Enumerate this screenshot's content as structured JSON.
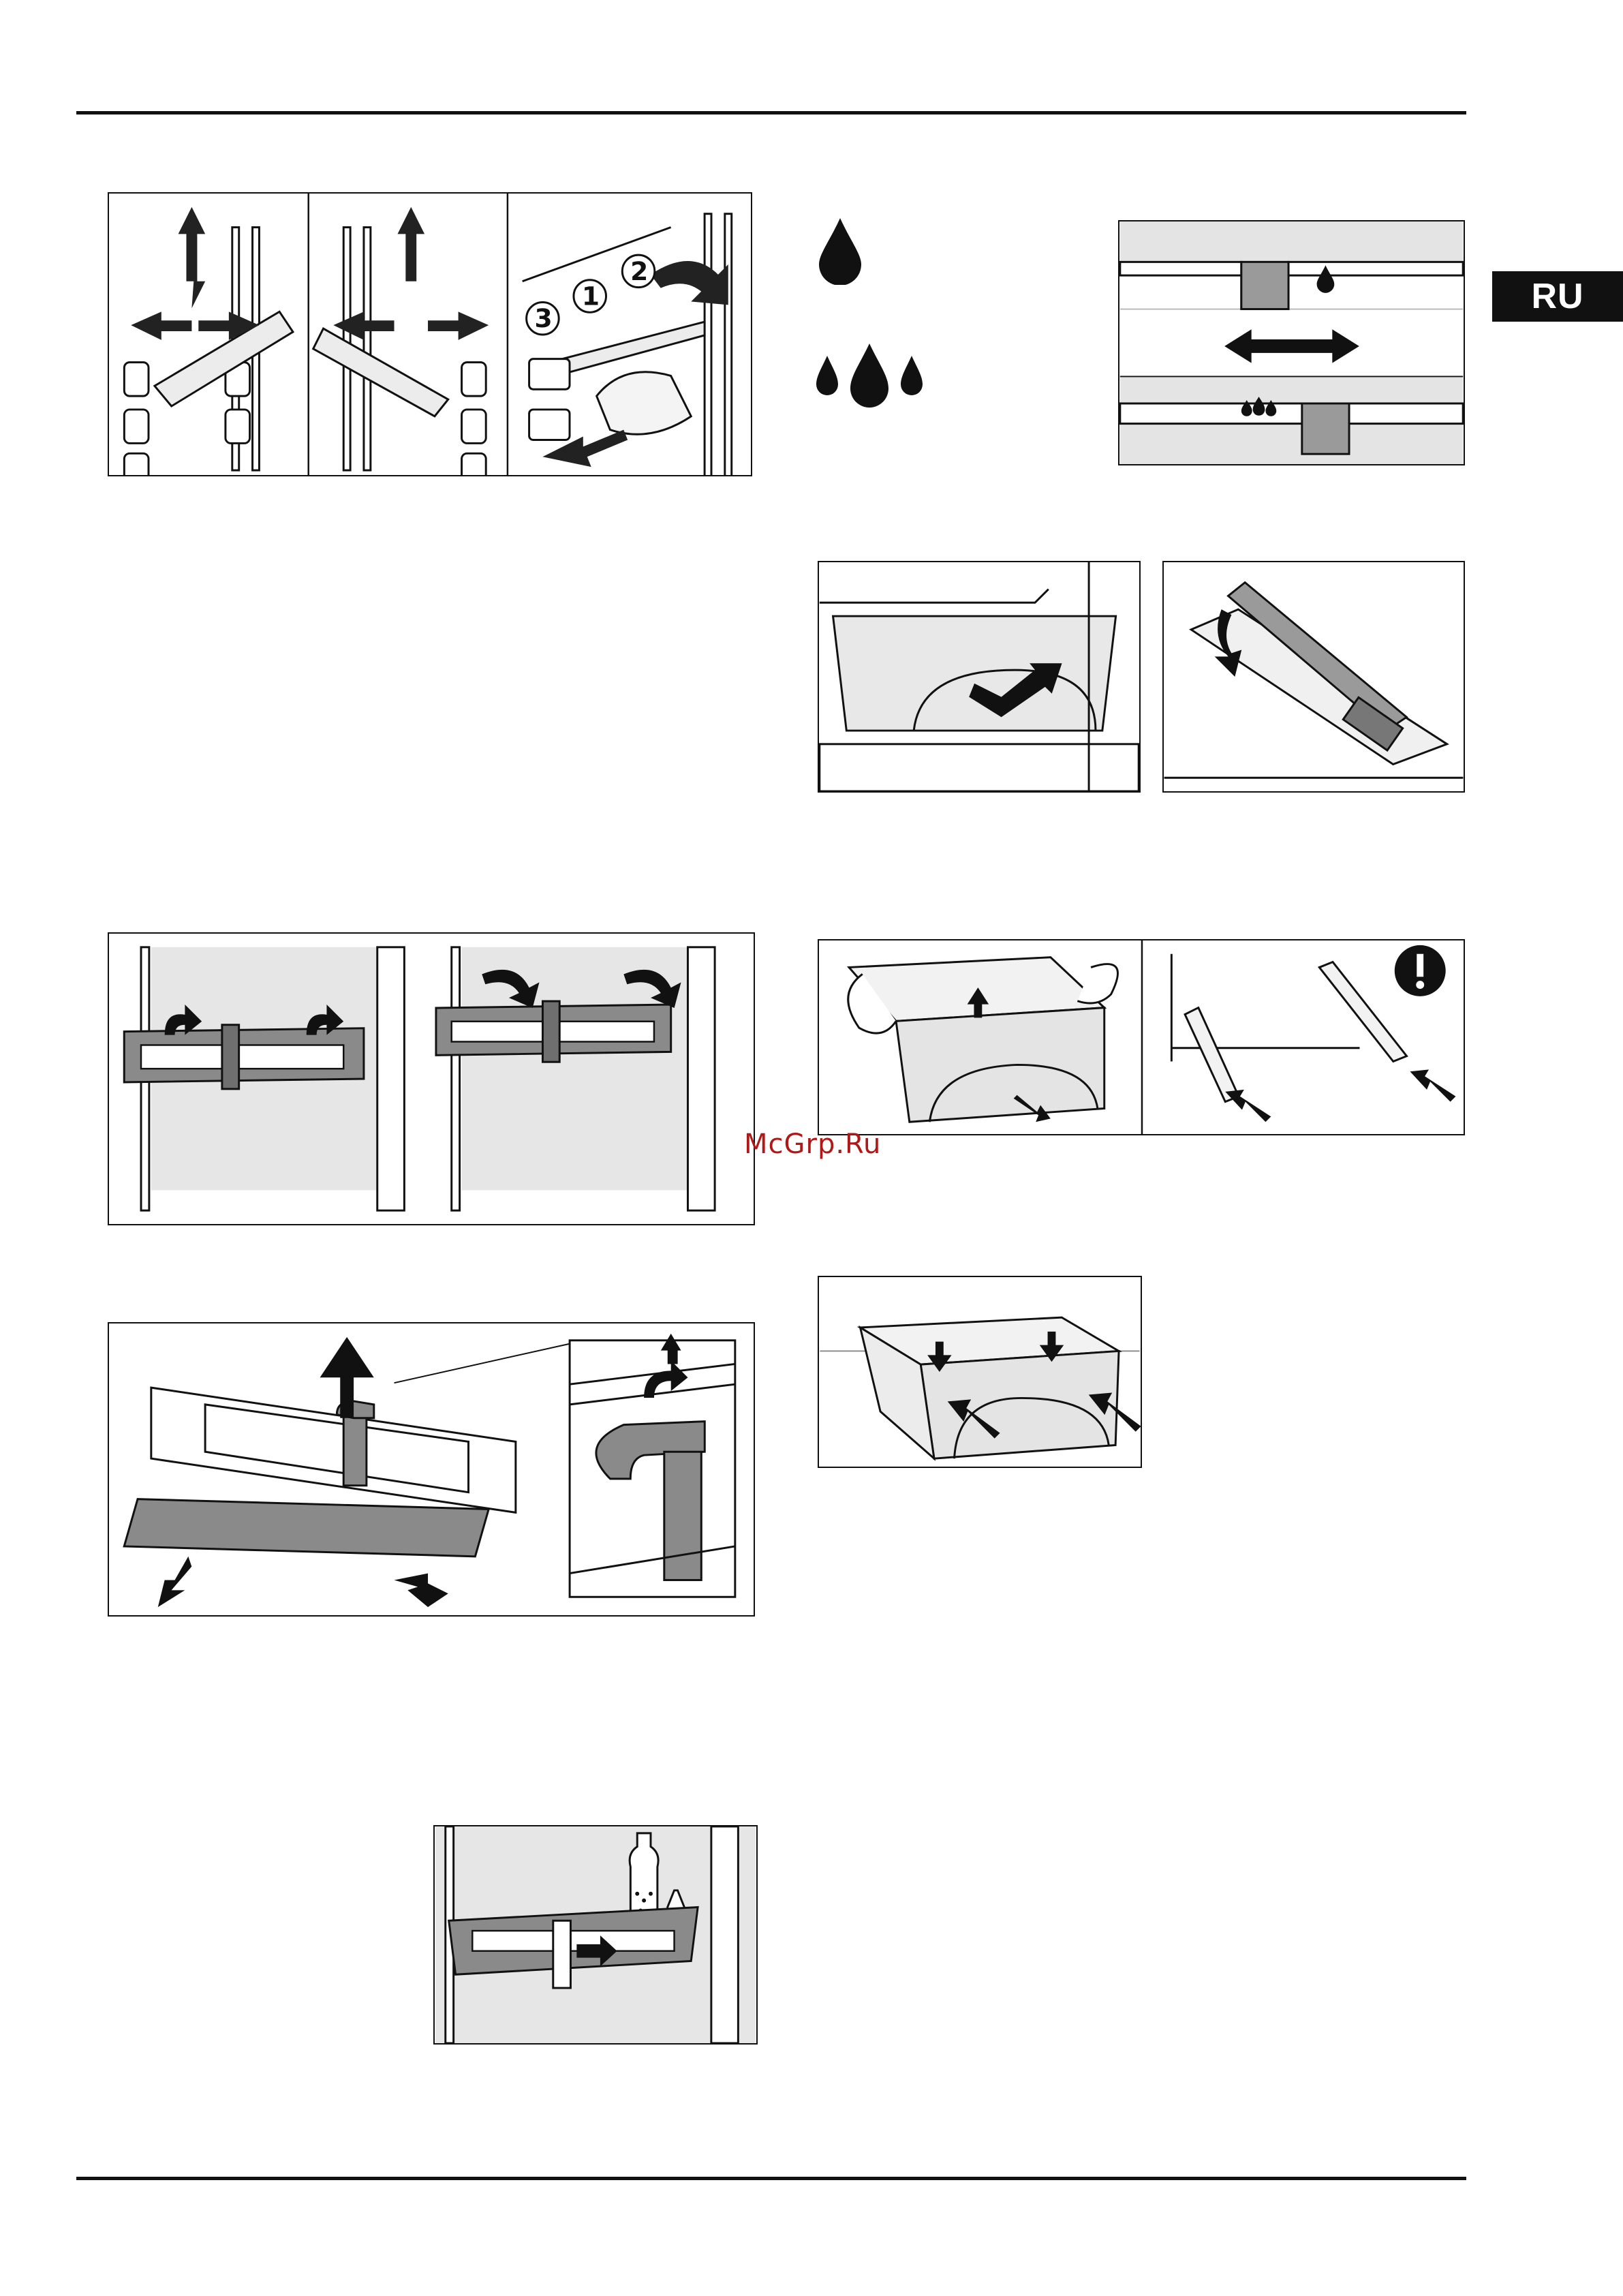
{
  "page": {
    "language_tab": "RU",
    "watermark": "McGrp.Ru"
  },
  "figures": {
    "shelf_adjust": {
      "callouts": [
        "3",
        "1",
        "2"
      ]
    },
    "important_icon": "exclamation-icon",
    "humidity_icons": [
      "single-drop-icon",
      "three-drops-icon"
    ]
  },
  "colors": {
    "ink": "#111111",
    "panel_gray": "#e4e4e4",
    "part_gray": "#8a8a8a",
    "tab_bg": "#111111",
    "watermark": "#b01818"
  }
}
